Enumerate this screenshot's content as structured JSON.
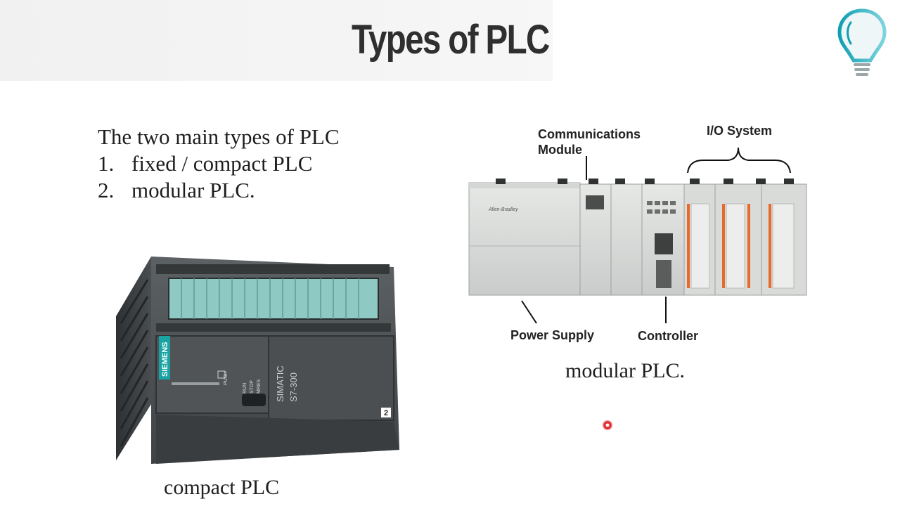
{
  "slide": {
    "title": "Types of PLC",
    "intro": {
      "heading": "The two main types of PLC",
      "items": [
        {
          "num": "1.",
          "text": "fixed / compact PLC"
        },
        {
          "num": "2.",
          "text": "modular PLC."
        }
      ]
    },
    "compact": {
      "caption": "compact PLC",
      "brand": "SIEMENS",
      "model_line1": "SIMATIC",
      "model_line2": "S7-300",
      "mode_labels": [
        "RUN",
        "STOP",
        "MRES"
      ],
      "push_label": "PUSH",
      "slot_number": "2"
    },
    "modular": {
      "caption": "modular PLC.",
      "labels": {
        "communications": "Communications\nModule",
        "io_system": "I/O System",
        "power_supply": "Power Supply",
        "controller": "Controller"
      },
      "brand": "Allen-Bradley"
    }
  },
  "colors": {
    "title": "#2f2f2f",
    "siemens_teal": "#1aa3a3",
    "io_orange": "#e86a2a",
    "pointer_red": "#e0262b"
  }
}
